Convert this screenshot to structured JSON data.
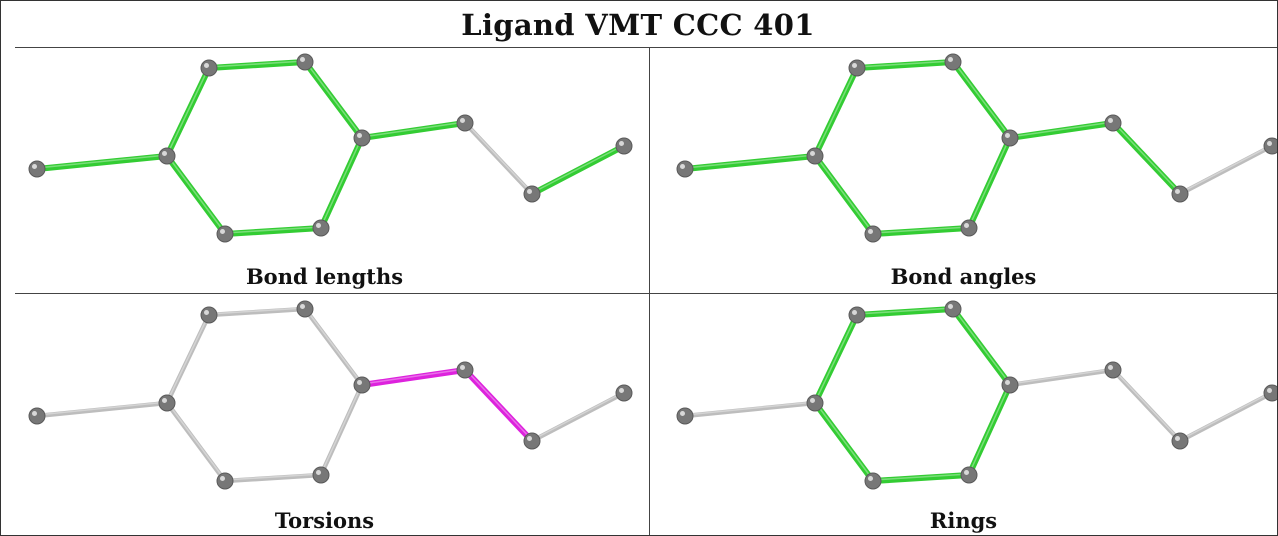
{
  "title": "Ligand VMT CCC 401",
  "colors": {
    "highlight_green": "#33cc33",
    "highlight_magenta": "#dd22dd",
    "bond_gray": "#bdbdbd",
    "atom": "#777777"
  },
  "panels": [
    {
      "caption": "Bond lengths",
      "highlight_color": "#33cc33",
      "highlighted_bonds": [
        0,
        1,
        2,
        3,
        4,
        5,
        6,
        7,
        9
      ]
    },
    {
      "caption": "Bond angles",
      "highlight_color": "#33cc33",
      "highlighted_bonds": [
        0,
        1,
        2,
        3,
        4,
        5,
        6,
        7,
        8
      ]
    },
    {
      "caption": "Torsions",
      "highlight_color": "#dd22dd",
      "highlighted_bonds": [
        7,
        8
      ]
    },
    {
      "caption": "Rings",
      "highlight_color": "#33cc33",
      "highlighted_bonds": [
        1,
        2,
        3,
        4,
        5,
        6
      ]
    }
  ]
}
